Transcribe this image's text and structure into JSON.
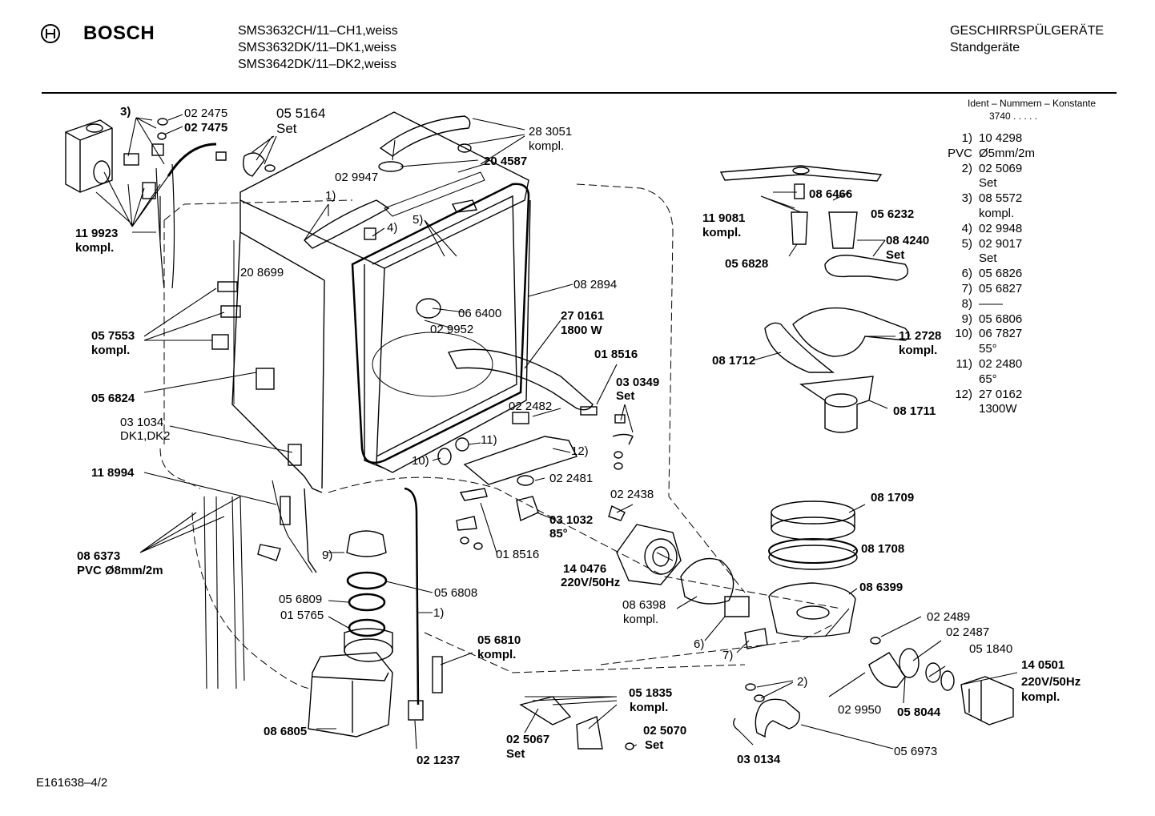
{
  "header": {
    "brand": "BOSCH",
    "models": [
      "SMS3632CH/11–CH1,weiss",
      "SMS3632DK/11–DK1,weiss",
      "SMS3642DK/11–DK2,weiss"
    ],
    "category": "GESCHIRRSPÜLGERÄTE",
    "subcategory": "Standgeräte"
  },
  "legend": {
    "title": "Ident – Nummern – Konstante",
    "code": "3740  .  .  .  .  .",
    "entries": [
      {
        "n": "1)",
        "lines": [
          "10 4298"
        ]
      },
      {
        "n": "PVC",
        "lines": [
          "Ø5mm/2m"
        ]
      },
      {
        "n": "2)",
        "lines": [
          "02 5069",
          "Set"
        ]
      },
      {
        "n": "3)",
        "lines": [
          "08 5572",
          "kompl."
        ]
      },
      {
        "n": "4)",
        "lines": [
          "02 9948"
        ]
      },
      {
        "n": "5)",
        "lines": [
          "02 9017",
          "Set"
        ]
      },
      {
        "n": "6)",
        "lines": [
          "05 6826"
        ]
      },
      {
        "n": "7)",
        "lines": [
          "05 6827"
        ]
      },
      {
        "n": "8)",
        "lines": [
          "——"
        ]
      },
      {
        "n": "9)",
        "lines": [
          "05 6806"
        ]
      },
      {
        "n": "10)",
        "lines": [
          "06 7827",
          "55°"
        ]
      },
      {
        "n": "11)",
        "lines": [
          "02 2480",
          "65°"
        ]
      },
      {
        "n": "12)",
        "lines": [
          "27 0162",
          "1300W"
        ]
      }
    ]
  },
  "labels": {
    "l3": "3)",
    "l022475": "02 2475",
    "l027475": "02 7475",
    "l055164": "05 5164",
    "l055164s": "Set",
    "l283051": "28 3051",
    "l283051k": "kompl.",
    "l029947": "02 9947",
    "l204587": "20 4587",
    "l1a": "1)",
    "l4": "4)",
    "l5": "5)",
    "l119923": "11 9923",
    "l119923k": "kompl.",
    "l208699": "20 8699",
    "l066400": "06 6400",
    "l029952": "02 9952",
    "l082894": "08 2894",
    "l270161": "27 0161",
    "l270161w": "1800 W",
    "l057553": "05 7553",
    "l057553k": "kompl.",
    "l056824": "05 6824",
    "l018516a": "01 8516",
    "l030349": "03 0349",
    "l030349s": "Set",
    "l022482": "02 2482",
    "l031034": "03 1034",
    "l031034d": "DK1,DK2",
    "l11": "11)",
    "l12": "12)",
    "l10": "10)",
    "l118994": "11 8994",
    "l022481": "02 2481",
    "l022438": "02 2438",
    "l031032": "03 1032",
    "l031032t": "85°",
    "l018516b": "01 8516",
    "l086373": "08 6373",
    "l086373p": "PVC Ø8mm/2m",
    "l9": "9)",
    "l056809": "05 6809",
    "l015765": "01 5765",
    "l056808": "05 6808",
    "l1b": "1)",
    "l056810": "05 6810",
    "l056810k": "kompl.",
    "l140476": "14 0476",
    "l140476v": "220V/50Hz",
    "l086398": "08 6398",
    "l086398k": "kompl.",
    "l6": "6)",
    "l7": "7)",
    "l086805": "08 6805",
    "l021237": "02 1237",
    "l051835": "05 1835",
    "l051835k": "kompl.",
    "l025067": "02 5067",
    "l025067s": "Set",
    "l025070": "02 5070",
    "l025070s": "Set",
    "l086466": "08 6466",
    "l119081": "11 9081",
    "l119081k": "kompl.",
    "l056232": "05 6232",
    "l084240": "08 4240",
    "l084240s": "Set",
    "l056828": "05 6828",
    "l112728": "11 2728",
    "l112728k": "kompl.",
    "l081712": "08 1712",
    "l081711": "08 1711",
    "l081709": "08 1709",
    "l081708": "08 1708",
    "l086399": "08 6399",
    "l022489": "02 2489",
    "l022487": "02 2487",
    "l051840": "05 1840",
    "l140501": "14 0501",
    "l140501v": "220V/50Hz",
    "l140501k": "kompl.",
    "l2": "2)",
    "l029950": "02 9950",
    "l058044": "05 8044",
    "l030134": "03 0134",
    "l056973": "05 6973"
  },
  "footer": {
    "code": "E161638–4/2"
  }
}
